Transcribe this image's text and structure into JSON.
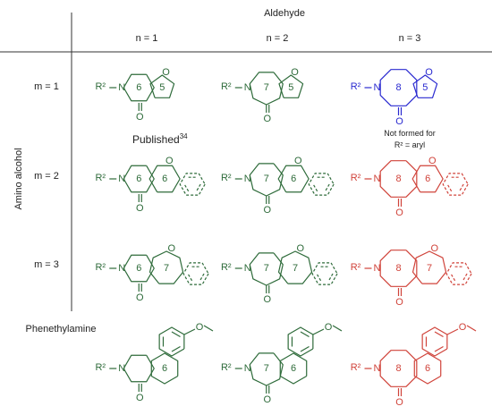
{
  "header": {
    "aldehyde_label": "Aldehyde",
    "columns": [
      "n = 1",
      "n = 2",
      "n = 3"
    ],
    "axis_label": "Amino alcohol"
  },
  "rows": [
    {
      "label": "m = 1"
    },
    {
      "label": "m = 2"
    },
    {
      "label": "m = 3"
    },
    {
      "label": "Phenethylamine"
    }
  ],
  "annotations": {
    "published": "Published",
    "published_ref": "34",
    "not_formed_line1": "Not formed for",
    "not_formed_line2": "R² = aryl"
  },
  "atoms": {
    "N": "N",
    "O": "O",
    "R2": "R²"
  },
  "rings": {
    "m1": [
      [
        "6",
        "5"
      ],
      [
        "7",
        "5"
      ],
      [
        "8",
        "5"
      ]
    ],
    "m2": [
      [
        "6",
        "6"
      ],
      [
        "7",
        "6"
      ],
      [
        "8",
        "6"
      ]
    ],
    "m3": [
      [
        "6",
        "7"
      ],
      [
        "7",
        "7"
      ],
      [
        "8",
        "7"
      ]
    ],
    "pea": [
      [
        "6"
      ],
      [
        "7",
        "6"
      ],
      [
        "8",
        "6"
      ]
    ]
  },
  "colors": {
    "green": "#2e6b3a",
    "blue": "#2a2ad0",
    "red": "#d0433a",
    "text": "#222222",
    "grid": "#333333"
  }
}
